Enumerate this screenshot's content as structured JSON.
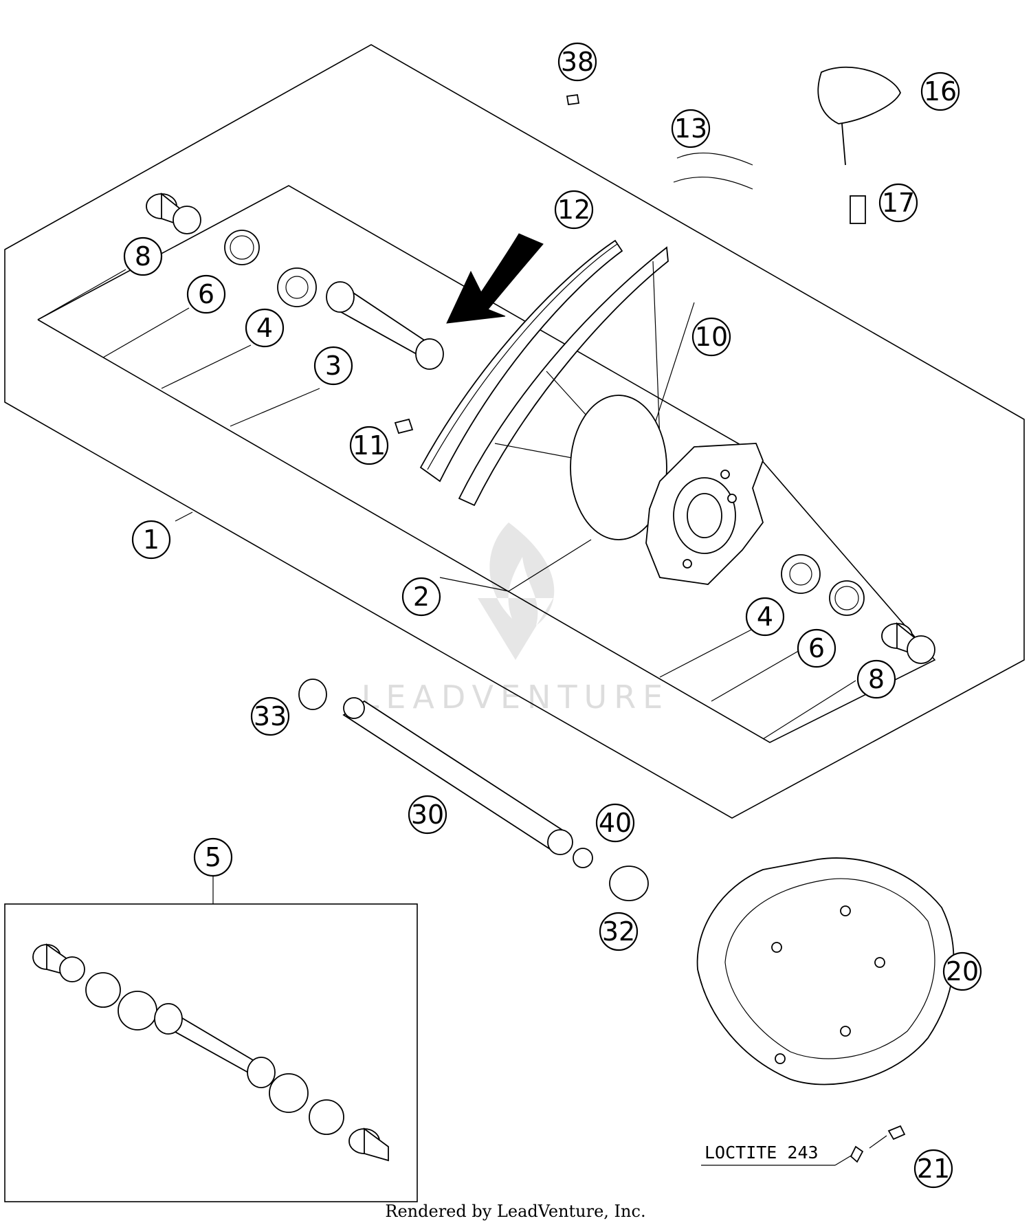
{
  "callouts": [
    {
      "label": "1"
    },
    {
      "label": "2"
    },
    {
      "label": "3"
    },
    {
      "label": "4"
    },
    {
      "label": "4"
    },
    {
      "label": "5"
    },
    {
      "label": "6"
    },
    {
      "label": "6"
    },
    {
      "label": "8"
    },
    {
      "label": "8"
    },
    {
      "label": "10"
    },
    {
      "label": "11"
    },
    {
      "label": "12"
    },
    {
      "label": "13"
    },
    {
      "label": "16"
    },
    {
      "label": "17"
    },
    {
      "label": "20"
    },
    {
      "label": "21"
    },
    {
      "label": "30"
    },
    {
      "label": "32"
    },
    {
      "label": "33"
    },
    {
      "label": "38"
    },
    {
      "label": "40"
    }
  ],
  "note_text": "LOCTITE 243",
  "watermark": "LEADVENTURE",
  "footer": "Rendered by LeadVenture, Inc."
}
